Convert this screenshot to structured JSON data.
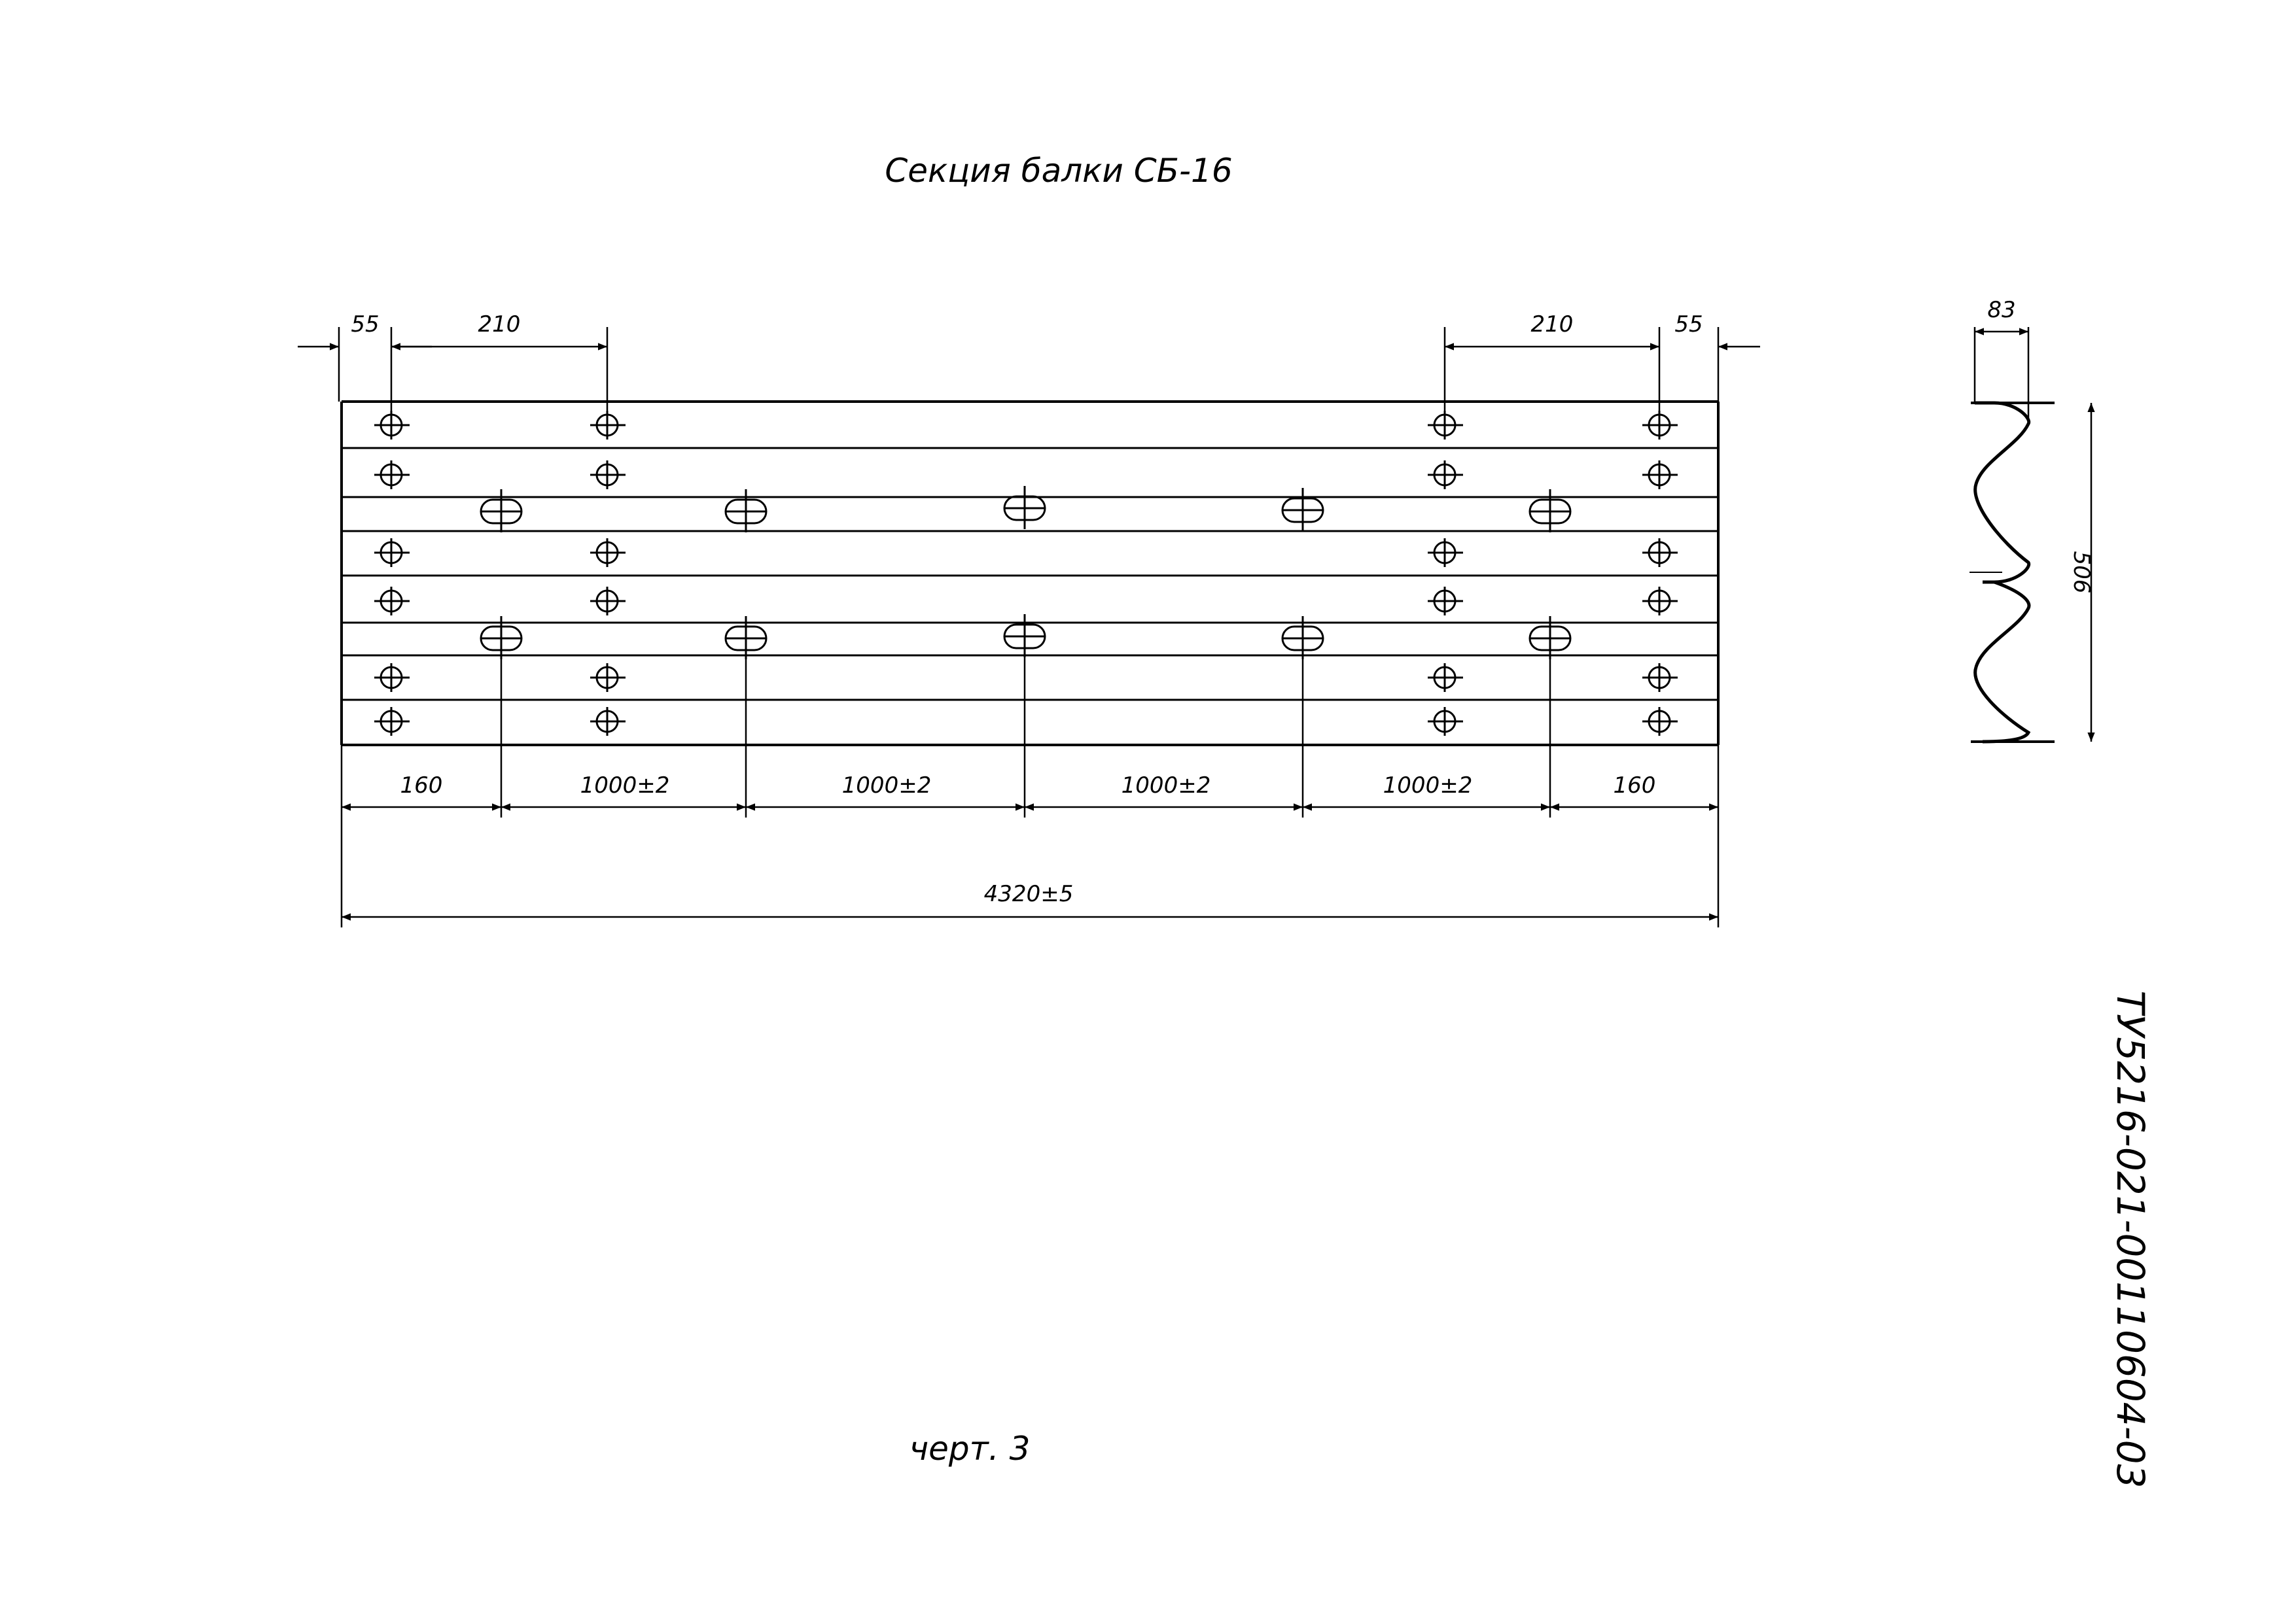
{
  "title": "Секция балки СБ-16",
  "caption": "черт. 3",
  "doc_code": "ТУ5216-021-00110604-03",
  "top_dims": {
    "left_edge": "55",
    "left_span": "210",
    "right_span": "210",
    "right_edge": "55"
  },
  "bottom_dims": [
    "160",
    "1000±2",
    "1000±2",
    "1000±2",
    "1000±2",
    "160"
  ],
  "overall_length": "4320±5",
  "profile": {
    "width": "83",
    "height": "506"
  },
  "colors": {
    "ink": "#000000",
    "paper": "#ffffff"
  }
}
